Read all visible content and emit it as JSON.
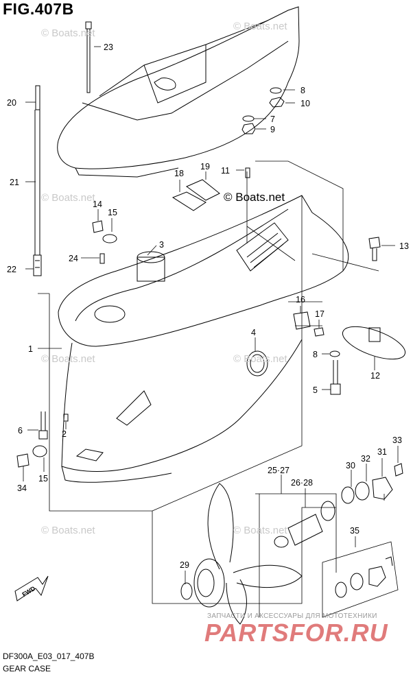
{
  "title": "FIG.407B",
  "diagram_code": "DF300A_E03_017_407B",
  "caption": "GEAR CASE",
  "copyright": "© Boats.net",
  "watermark_text": "© Boats.net",
  "banner": {
    "subtitle": "ЗАПЧАСТИ И АКСЕССУАРЫ ДЛЯ МОТОТЕХНИКИ",
    "brand": "PARTSFOR.RU"
  },
  "callouts": [
    "23",
    "20",
    "21",
    "22",
    "8",
    "10",
    "7",
    "9",
    "18",
    "19",
    "11",
    "14",
    "15",
    "3",
    "24",
    "13",
    "16",
    "17",
    "1",
    "4",
    "8",
    "5",
    "12",
    "6",
    "2",
    "15",
    "34",
    "30",
    "32",
    "31",
    "33",
    "25·27",
    "26·28",
    "35",
    "29"
  ],
  "colors": {
    "line": "#000000",
    "fill": "#ffffff",
    "watermark": "#c9c9c9",
    "brand": "#e07b7b"
  }
}
